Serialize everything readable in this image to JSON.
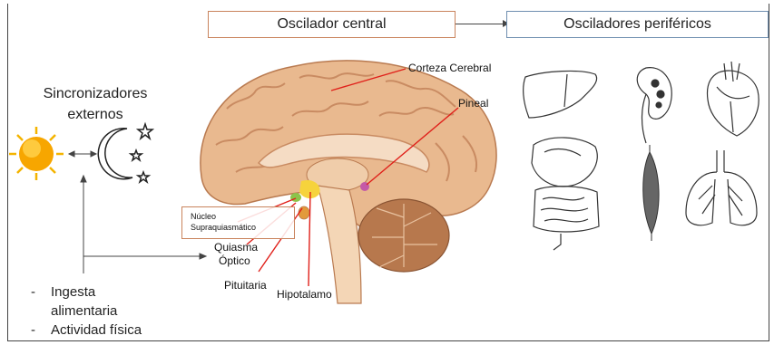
{
  "central_oscillator": {
    "label": "Oscilador central"
  },
  "peripheral_oscillators": {
    "label": "Osciladores periféricos"
  },
  "synchronizers": {
    "line1": "Sincronizadores",
    "line2": "externos"
  },
  "inputs": [
    {
      "dash": "-",
      "text": "Ingesta"
    },
    {
      "dash": "",
      "text": "alimentaria"
    },
    {
      "dash": "-",
      "text": "Actividad física"
    }
  ],
  "brain_labels": {
    "cortex": "Corteza Cerebral",
    "pineal": "Pineal",
    "scn_line1": "Núcleo",
    "scn_line2": "Supraquiasmático",
    "chiasm_line1": "Quiasma",
    "chiasm_line2": "Óptico",
    "pituitary": "Pituitaria",
    "hypothalamus": "Hipotalamo"
  },
  "icons": [
    "sun-icon",
    "moon-stars-icon",
    "liver-icon",
    "kidney-icon",
    "heart-icon",
    "digestive-system-icon",
    "muscle-icon",
    "lungs-icon"
  ],
  "colors": {
    "brain": "#e9b98f",
    "brain_dark": "#c98b62",
    "label_line": "#e0201a",
    "sun": "#f7a600",
    "central_border": "#c9835c",
    "periph_border": "#6f8fb0"
  }
}
